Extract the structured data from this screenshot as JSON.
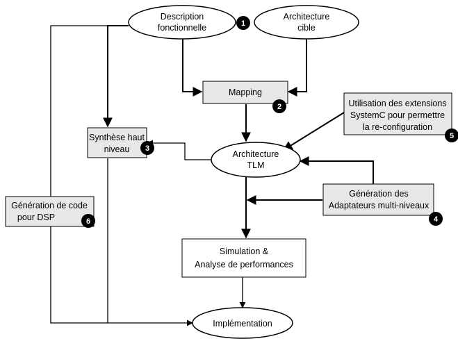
{
  "nodes": {
    "description": {
      "lines": [
        "Description",
        "fonctionnelle"
      ]
    },
    "architecture_cible": {
      "lines": [
        "Architecture",
        "cible"
      ]
    },
    "mapping": {
      "lines": [
        "Mapping"
      ]
    },
    "extensions": {
      "lines": [
        "Utilisation des extensions",
        "SystemC pour permettre",
        "la re-configuration"
      ]
    },
    "synthese": {
      "lines": [
        "Synthèse haut",
        "niveau"
      ]
    },
    "architecture_tlm": {
      "lines": [
        "Architecture",
        "TLM"
      ]
    },
    "adaptateurs": {
      "lines": [
        "Génération des",
        "Adaptateurs multi-niveaux"
      ]
    },
    "code_dsp": {
      "lines": [
        "Génération de code",
        "pour DSP"
      ]
    },
    "simulation": {
      "lines": [
        "Simulation &",
        "Analyse de performances"
      ]
    },
    "implementation": {
      "lines": [
        "Implémentation"
      ]
    }
  },
  "badges": [
    "1",
    "2",
    "3",
    "4",
    "5",
    "6"
  ],
  "colors": {
    "box_fill": "#e8e8e8",
    "stroke": "#000000",
    "badge": "#000000"
  }
}
